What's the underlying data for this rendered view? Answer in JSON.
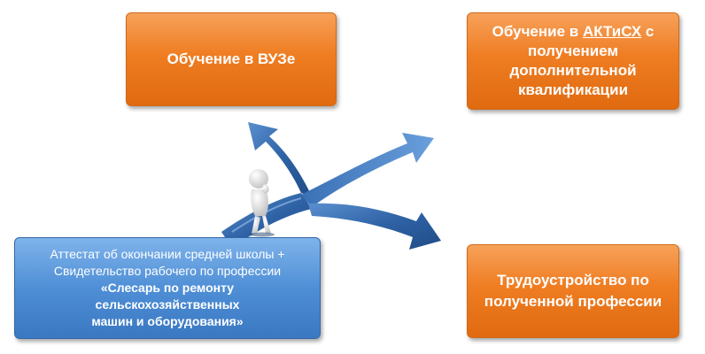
{
  "boxes": {
    "university": {
      "text": "Обучение в ВУЗе"
    },
    "aktisx": {
      "line1_prefix": "Обучение в ",
      "line1_underlined": "АКТиСХ",
      "line1_suffix": " с",
      "line2": "получением",
      "line3": "дополнительной",
      "line4": "квалификации"
    },
    "employment": {
      "line1": "Трудоустройство по",
      "line2": "полученной профессии"
    },
    "certificate": {
      "line1": "Аттестат об окончании средней школы +",
      "line2": "Свидетельство рабочего по профессии",
      "line3": "«Слесарь по ремонту",
      "line4": "сельскохозяйственных",
      "line5": "машин и оборудования»"
    }
  },
  "colors": {
    "orange_box": "#ef7d22",
    "blue_box": "#4f8fd6",
    "arrow_blue": "#2e5f9e",
    "figure": "#f2f2f2"
  },
  "icons": {
    "arrows": "three-way-branching-arrows",
    "person": "thinking-3d-person"
  }
}
